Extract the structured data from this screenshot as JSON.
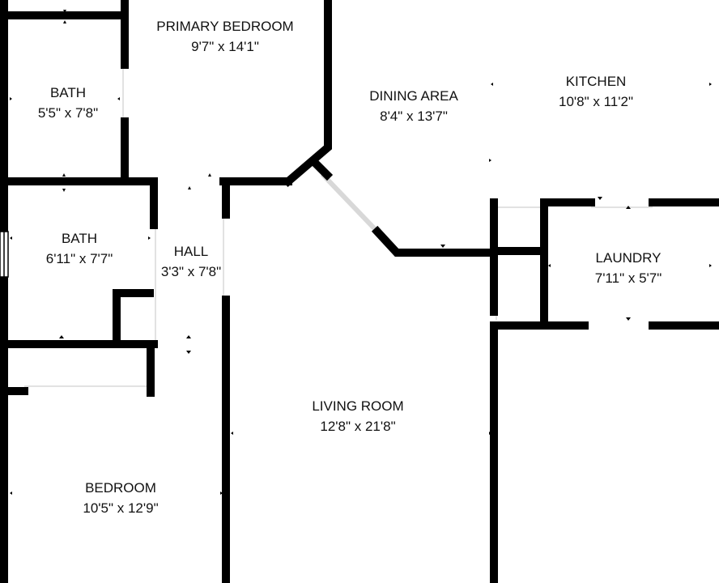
{
  "colors": {
    "wall": "#000000",
    "background": "#ffffff",
    "text": "#111111",
    "opening": "#d8d8d8"
  },
  "rooms": {
    "primary_bedroom": {
      "name": "PRIMARY BEDROOM",
      "dims": "9'7\" x 14'1\""
    },
    "bath_upper": {
      "name": "BATH",
      "dims": "5'5\" x 7'8\""
    },
    "dining_area": {
      "name": "DINING AREA",
      "dims": "8'4\" x 13'7\""
    },
    "kitchen": {
      "name": "KITCHEN",
      "dims": "10'8\" x 11'2\""
    },
    "bath_lower": {
      "name": "BATH",
      "dims": "6'11\" x 7'7\""
    },
    "hall": {
      "name": "HALL",
      "dims": "3'3\" x 7'8\""
    },
    "laundry": {
      "name": "LAUNDRY",
      "dims": "7'11\" x 5'7\""
    },
    "living_room": {
      "name": "LIVING ROOM",
      "dims": "12'8\" x 21'8\""
    },
    "bedroom": {
      "name": "BEDROOM",
      "dims": "10'5\" x 12'9\""
    }
  }
}
